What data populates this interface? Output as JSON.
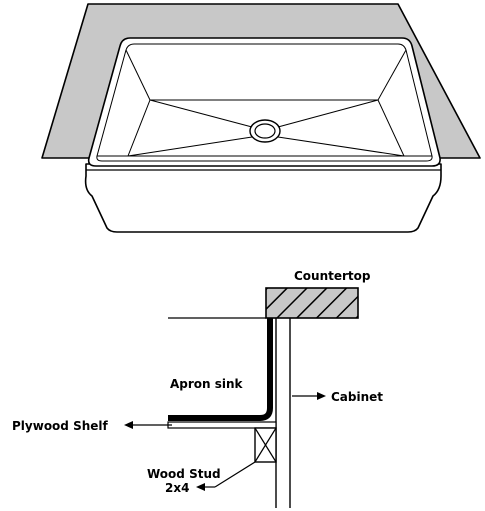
{
  "colors": {
    "countertop": "#c8c8c8",
    "sink": "#ffffff",
    "ink": "#000000"
  },
  "labels": {
    "countertop": "Countertop",
    "apron_sink": "Apron sink",
    "cabinet": "Cabinet",
    "plywood_shelf": "Plywood Shelf",
    "wood_stud_line1": "Wood Stud",
    "wood_stud_line2": "2x4"
  }
}
